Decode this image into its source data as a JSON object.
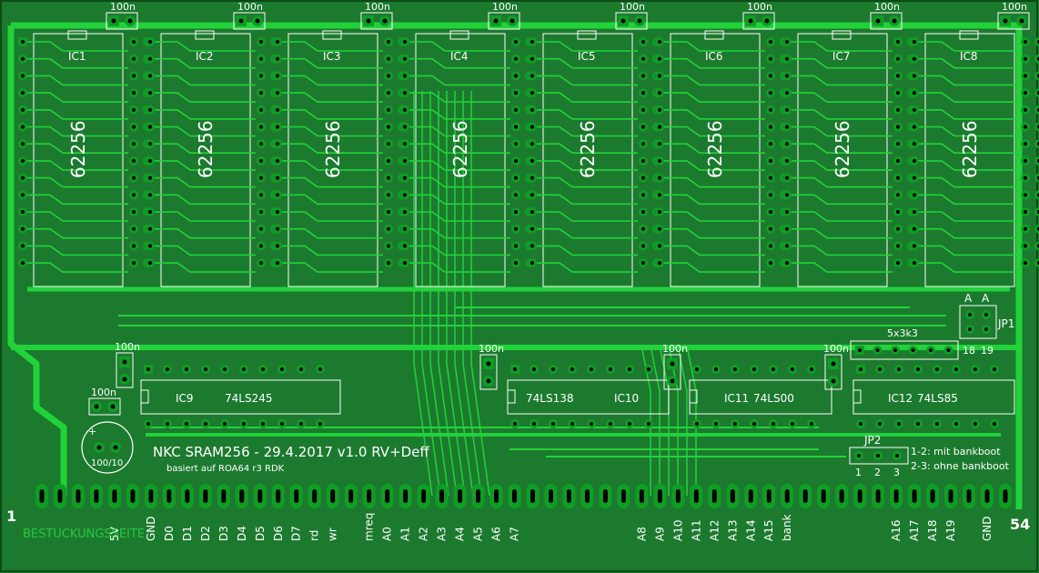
{
  "colors": {
    "board": "#1c7a2e",
    "trace": "#22d23a",
    "copper_pad": "#0f9e24",
    "silk": "#ffffff",
    "hole": "#000000",
    "bottom_text": "#2bd944"
  },
  "ram_chips": [
    {
      "ref": "IC1",
      "part": "62256",
      "cap": "100n"
    },
    {
      "ref": "IC2",
      "part": "62256",
      "cap": "100n"
    },
    {
      "ref": "IC3",
      "part": "62256",
      "cap": "100n"
    },
    {
      "ref": "IC4",
      "part": "62256",
      "cap": "100n"
    },
    {
      "ref": "IC5",
      "part": "62256",
      "cap": "100n"
    },
    {
      "ref": "IC6",
      "part": "62256",
      "cap": "100n"
    },
    {
      "ref": "IC7",
      "part": "62256",
      "cap": "100n"
    },
    {
      "ref": "IC8",
      "part": "62256",
      "cap": "100n"
    }
  ],
  "logic_chips": [
    {
      "ref": "IC9",
      "part": "74LS245",
      "cap": "100n"
    },
    {
      "ref": "IC10",
      "part": "74LS138",
      "cap": "100n"
    },
    {
      "ref": "IC11",
      "part": "74LS00",
      "cap": "100n"
    },
    {
      "ref": "IC12",
      "part": "74LS85",
      "cap": "100n"
    }
  ],
  "power_caps": {
    "small": "100n",
    "electrolytic": "100/10",
    "polarity": "+"
  },
  "resistor_network": {
    "label": "5x3k3"
  },
  "jp1": {
    "label": "JP1",
    "col_a": "A",
    "col_b": "A",
    "pin_a": "18",
    "pin_b": "19"
  },
  "jp2": {
    "label": "JP2",
    "pins": [
      "1",
      "2",
      "3"
    ],
    "note1": "1-2: mit bankboot",
    "note2": "2-3: ohne bankboot"
  },
  "title": {
    "main": "NKC SRAM256 - 29.4.2017 v1.0 RV+Deff",
    "sub": "basiert auf ROA64 r3 RDK"
  },
  "connector": {
    "first_pin": "1",
    "last_pin": "54",
    "pin_count": 54,
    "labels": [
      {
        "pin": 5,
        "text": "5V"
      },
      {
        "pin": 7,
        "text": "GND"
      },
      {
        "pin": 8,
        "text": "D0"
      },
      {
        "pin": 9,
        "text": "D1"
      },
      {
        "pin": 10,
        "text": "D2"
      },
      {
        "pin": 11,
        "text": "D3"
      },
      {
        "pin": 12,
        "text": "D4"
      },
      {
        "pin": 13,
        "text": "D5"
      },
      {
        "pin": 14,
        "text": "D6"
      },
      {
        "pin": 15,
        "text": "D7"
      },
      {
        "pin": 16,
        "text": "rd"
      },
      {
        "pin": 17,
        "text": "wr"
      },
      {
        "pin": 19,
        "text": "mreq"
      },
      {
        "pin": 20,
        "text": "A0"
      },
      {
        "pin": 21,
        "text": "A1"
      },
      {
        "pin": 22,
        "text": "A2"
      },
      {
        "pin": 23,
        "text": "A3"
      },
      {
        "pin": 24,
        "text": "A4"
      },
      {
        "pin": 25,
        "text": "A5"
      },
      {
        "pin": 26,
        "text": "A6"
      },
      {
        "pin": 27,
        "text": "A7"
      },
      {
        "pin": 34,
        "text": "A8"
      },
      {
        "pin": 35,
        "text": "A9"
      },
      {
        "pin": 36,
        "text": "A10"
      },
      {
        "pin": 37,
        "text": "A11"
      },
      {
        "pin": 38,
        "text": "A12"
      },
      {
        "pin": 39,
        "text": "A13"
      },
      {
        "pin": 40,
        "text": "A14"
      },
      {
        "pin": 41,
        "text": "A15"
      },
      {
        "pin": 42,
        "text": "bank"
      },
      {
        "pin": 48,
        "text": "A16"
      },
      {
        "pin": 49,
        "text": "A17"
      },
      {
        "pin": 50,
        "text": "A18"
      },
      {
        "pin": 51,
        "text": "A19"
      },
      {
        "pin": 53,
        "text": "GND"
      }
    ]
  },
  "bottom_silk": "BESTUCKUNGSSEITE"
}
